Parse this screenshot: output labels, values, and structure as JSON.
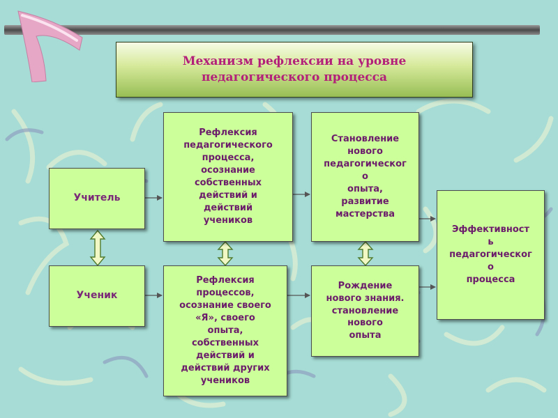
{
  "title": "Механизм рефлексии на уровне\nпедагогического процесса",
  "roles": {
    "teacher": "Учитель",
    "student": "Ученик"
  },
  "teacher_reflection": "Рефлексия\nпедагогического\nпроцесса,\nосознание\nсобственных\nдействий и\nдействий\nучеников",
  "student_reflection": "Рефлексия\nпроцессов,\nосознание своего\n«Я», своего\nопыта,\nсобственных\nдействий и\nдействий других\nучеников",
  "new_experience": "Становление\nнового\nпедагогическог\nо\nопыта,\nразвитие\nмастерства",
  "new_knowledge": "Рождение\nнового знания.\nстановление\nнового\nопыта",
  "outcome": "Эффективност\nь\nпедагогическог\nо\nпроцесса",
  "colors": {
    "background": "#a6dcd5",
    "box_fill": "#ccff99",
    "text": "#6b1c6b",
    "title_text": "#b2207a"
  }
}
